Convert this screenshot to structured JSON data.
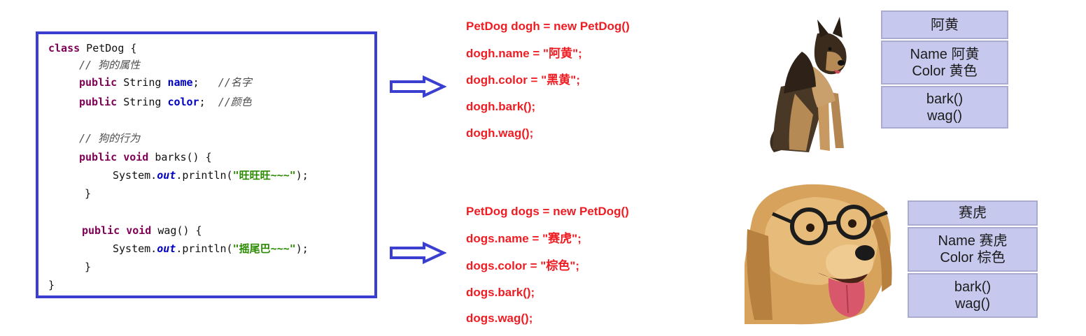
{
  "code": {
    "class_kw": "class",
    "class_decl": " PetDog {",
    "comment_props": "// 狗的属性",
    "name_line": {
      "kw": "public",
      "type": " String ",
      "field": "name",
      "tail": ";   ",
      "comment": "//名字"
    },
    "color_line": {
      "kw": "public",
      "type": " String ",
      "field": "color",
      "tail": ";  ",
      "comment": "//颜色"
    },
    "comment_behav": "// 狗的行为",
    "barks_sig": {
      "kw": "public void",
      "rest": " barks() {"
    },
    "barks_body": {
      "pre": "System.",
      "out": "out",
      "mid": ".println(",
      "str": "\"旺旺旺~~~\"",
      "end": ");"
    },
    "close_brace": "}",
    "wag_sig": {
      "kw": "public void",
      "rest": " wag() {"
    },
    "wag_body": {
      "pre": "System.",
      "out": "out",
      "mid": ".println(",
      "str": "\"摇尾巴~~~\"",
      "end": ");"
    },
    "close_brace_inner": "}",
    "close_class": "}"
  },
  "statements_top": [
    "PetDog dogh = new PetDog()",
    "dogh.name = \"阿黄\";",
    "dogh.color = \"黑黄\";",
    "dogh.bark();",
    "dogh.wag();"
  ],
  "statements_bottom": [
    "PetDog dogs = new PetDog()",
    "dogs.name = \"赛虎\";",
    "dogs.color = \"棕色\";",
    "dogs.bark();",
    "dogs.wag();"
  ],
  "object_top": {
    "title": "阿黄",
    "name_attr": "Name 阿黄",
    "color_attr": "Color 黄色",
    "method1": "bark()",
    "method2": "wag()"
  },
  "object_bottom": {
    "title": "赛虎",
    "name_attr": "Name 赛虎",
    "color_attr": "Color 棕色",
    "method1": "bark()",
    "method2": "wag()"
  },
  "colors": {
    "box_border": "#3b3fcf",
    "statement_red": "#ee1d24",
    "object_fill": "#c6c8ee"
  }
}
